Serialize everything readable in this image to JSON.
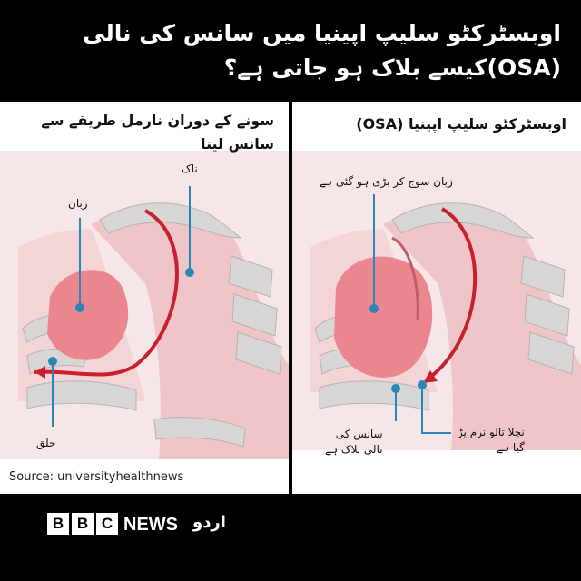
{
  "title": {
    "line1": "اوبسٹرکٹو سلیپ اپینیا میں سانس کی نالی",
    "line2": "(OSA)کیسے بلاک ہو جاتی ہے؟"
  },
  "left_panel": {
    "title_line1": "سونے کے دوران نارمل طریقے سے",
    "title_line2": "سانس لینا",
    "labels": {
      "nose": "ناک",
      "tongue": "زبان",
      "throat": "حلق"
    },
    "source": "Source: universityhealthnews"
  },
  "right_panel": {
    "title": "اوبسٹرکٹو سلیپ اپینیا (OSA)",
    "labels": {
      "tongue_swollen": "زبان سوج کر بڑی ہو گئی ہے",
      "airway_blocked_line1": "سانس کی",
      "airway_blocked_line2": "نالی بلاک ہے",
      "soft_palate_line1": "نچلا تالو نرم پڑ",
      "soft_palate_line2": "گیا ہے"
    }
  },
  "footer": {
    "bbc_letters": [
      "B",
      "B",
      "C"
    ],
    "news": "NEWS",
    "urdu": "اردو"
  },
  "colors": {
    "background": "#000000",
    "tissue_pink": "#f3d4d7",
    "tongue_red": "#e9868e",
    "arrow_red": "#c8202f",
    "bone_gray": "#d9d6d6",
    "label_line_blue": "#2a86b6"
  }
}
